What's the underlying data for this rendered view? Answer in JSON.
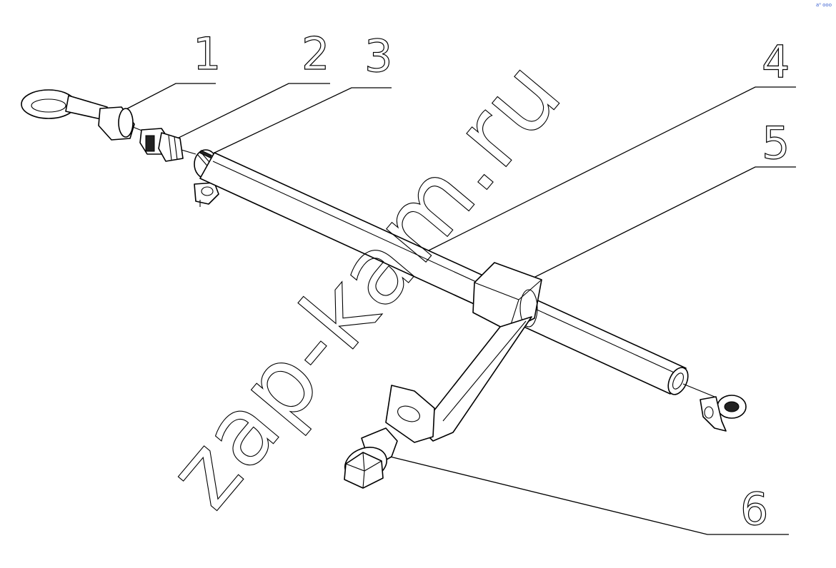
{
  "diagram": {
    "callouts": [
      {
        "id": "1",
        "label": "1"
      },
      {
        "id": "2",
        "label": "2"
      },
      {
        "id": "3",
        "label": "3"
      },
      {
        "id": "4",
        "label": "4"
      },
      {
        "id": "5",
        "label": "5"
      },
      {
        "id": "6",
        "label": "6"
      }
    ],
    "watermark": "zap-kam.ru",
    "corner_mark": "a⁰ ooo"
  }
}
